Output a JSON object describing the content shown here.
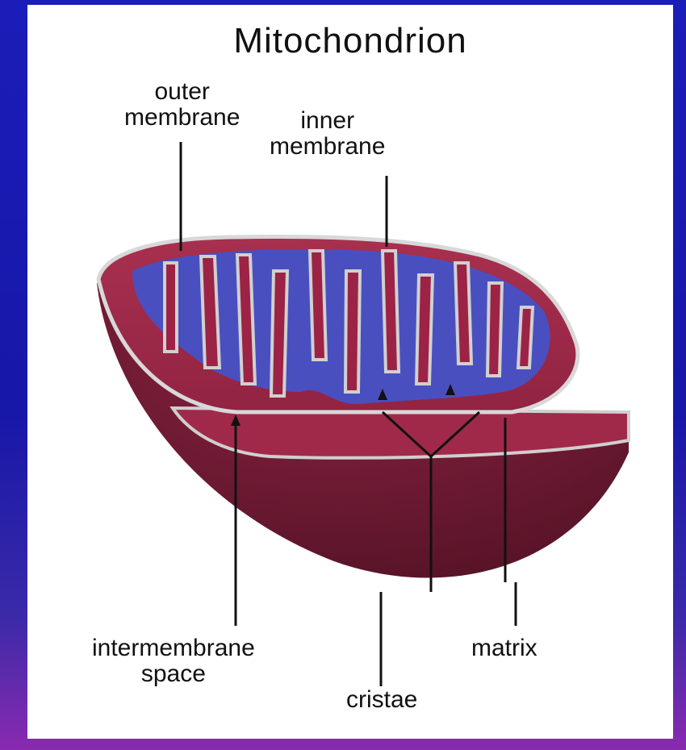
{
  "diagram": {
    "title": "Mitochondrion",
    "labels": {
      "outer_membrane": [
        "outer",
        "membrane"
      ],
      "inner_membrane": [
        "inner",
        "membrane"
      ],
      "intermembrane_space": [
        "intermembrane",
        "space"
      ],
      "cristae": "cristae",
      "matrix": "matrix"
    },
    "colors": {
      "background": "#1717a8",
      "panel": "#ffffff",
      "matrix_blue": "#4a4fc0",
      "tissue_red": "#9c2345",
      "shell_dark": "#6e1a33",
      "membrane_gray": "#d8d8d8"
    }
  }
}
